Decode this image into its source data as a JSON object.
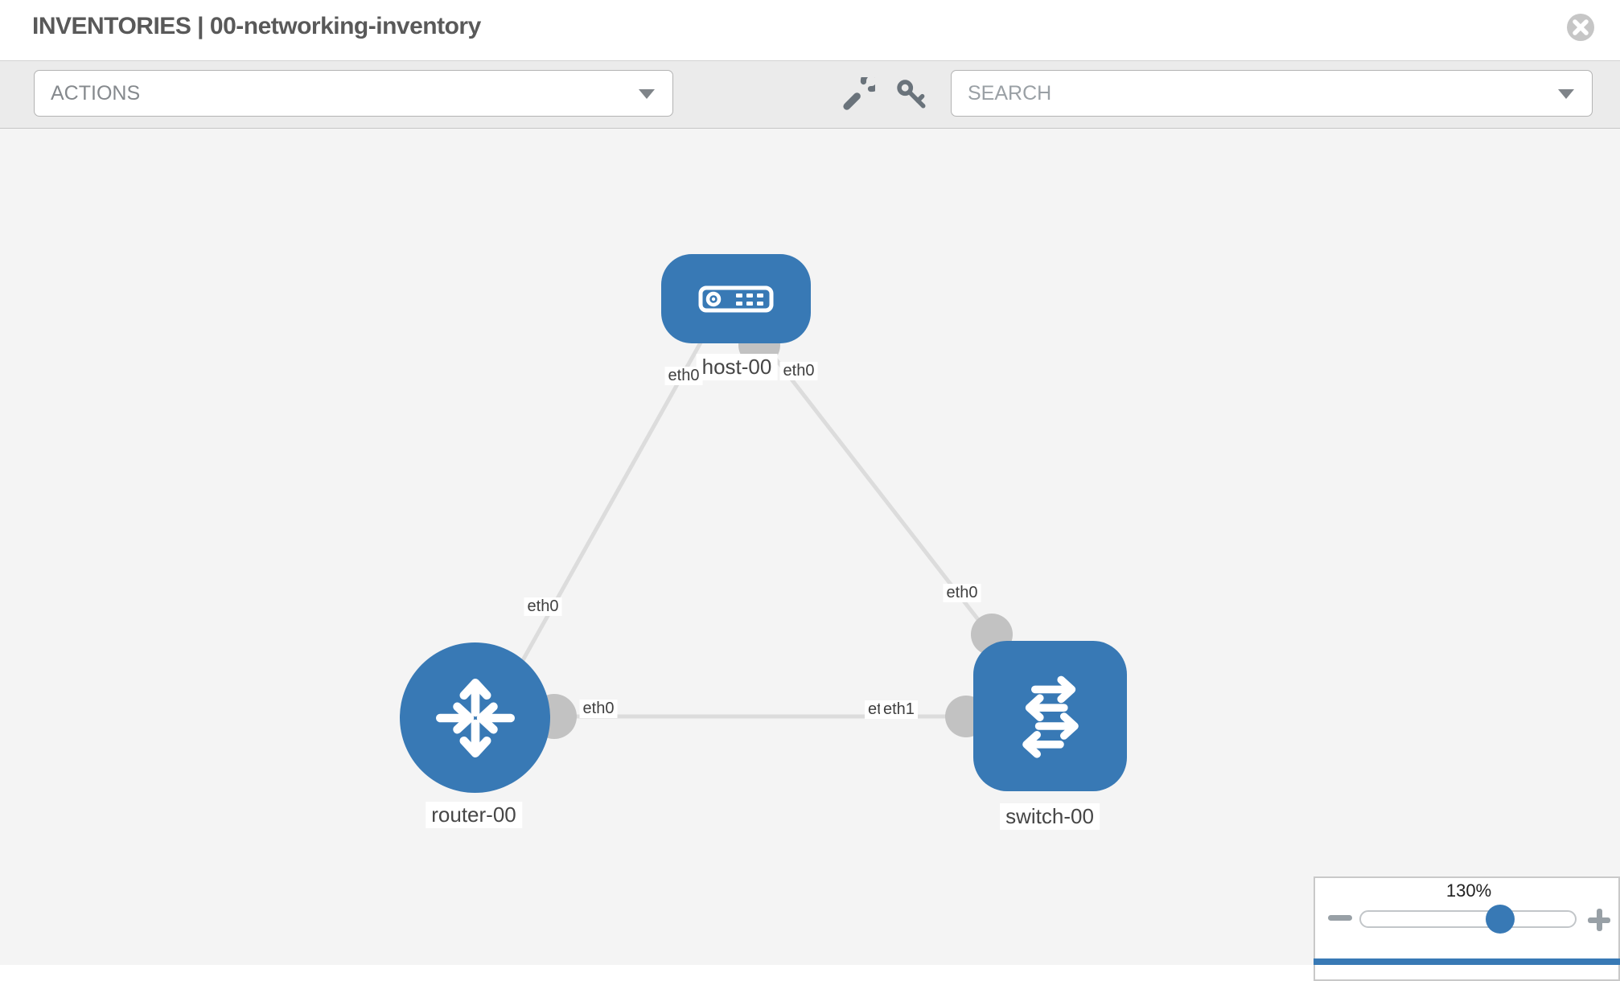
{
  "header": {
    "title": "INVENTORIES | 00-networking-inventory",
    "close_icon": "circle-x-icon"
  },
  "toolbar": {
    "actions": {
      "label": "ACTIONS",
      "caret_icon": "chevron-down-icon"
    },
    "search": {
      "label": "SEARCH",
      "caret_icon": "chevron-down-icon"
    },
    "tool_icons": [
      "wrench-icon",
      "key-icon"
    ]
  },
  "topology": {
    "nodes": [
      {
        "id": "host-00",
        "label": "host-00",
        "type": "host",
        "icon": "server-icon"
      },
      {
        "id": "router-00",
        "label": "router-00",
        "type": "router",
        "icon": "router-arrows-icon"
      },
      {
        "id": "switch-00",
        "label": "switch-00",
        "type": "switch",
        "icon": "switch-arrows-icon"
      }
    ],
    "links": [
      {
        "source": "host-00",
        "target": "router-00",
        "source_interface": "eth0",
        "target_interface": "eth0"
      },
      {
        "source": "host-00",
        "target": "switch-00",
        "source_interface": "eth0",
        "target_interface": "eth0"
      },
      {
        "source": "router-00",
        "target": "switch-00",
        "source_interface": "eth0",
        "target_interface": "eth1",
        "target_occluded_interface": "eth0"
      }
    ]
  },
  "zoom_control": {
    "level": "130%",
    "minus_icon": "minus-icon",
    "plus_icon": "plus-icon"
  },
  "colors": {
    "node_blue": "#3879b5",
    "edge_gray": "#dcdcdc",
    "connector_gray": "#c2c2c2",
    "toolbar_bg": "#ebebeb",
    "canvas_bg": "#f4f4f4",
    "slider_thumb": "#3879b5",
    "scrollbar": "#3879b5"
  }
}
